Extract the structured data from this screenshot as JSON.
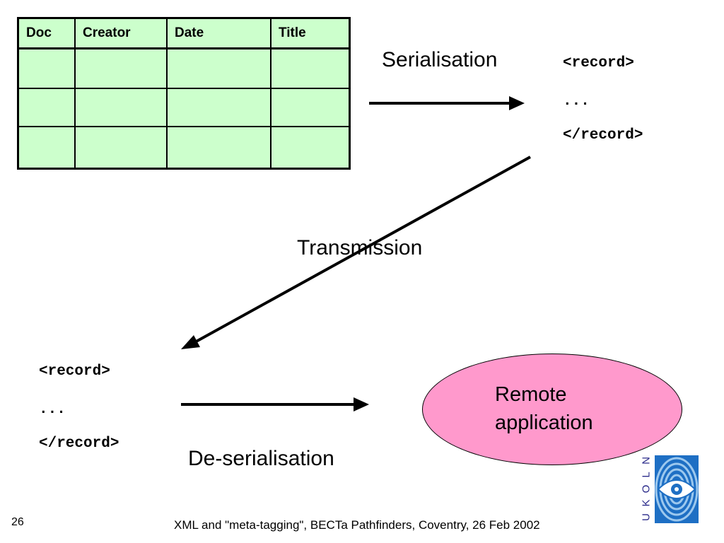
{
  "table": {
    "headers": [
      "Doc",
      "Creator",
      "Date",
      "Title"
    ],
    "rows": [
      [
        "",
        "",
        "",
        ""
      ],
      [
        "",
        "",
        "",
        ""
      ],
      [
        "",
        "",
        "",
        ""
      ]
    ]
  },
  "labels": {
    "serialisation": "Serialisation",
    "transmission": "Transmission",
    "deserialisation": "De-serialisation"
  },
  "record_top": {
    "open": "<record>",
    "ellipsis": "...",
    "close": "</record>"
  },
  "record_bottom": {
    "open": "<record>",
    "ellipsis": "...",
    "close": "</record>"
  },
  "remote_application": {
    "line1": "Remote",
    "line2": "application"
  },
  "footer": "XML and \"meta-tagging\", BECTa Pathfinders, Coventry, 26 Feb 2002",
  "slide_number": "26",
  "logo": {
    "letters": [
      "U",
      "K",
      "O",
      "L",
      "N"
    ],
    "colors": {
      "rings": "#6fa9dc",
      "background": "#1e6fc4"
    }
  },
  "colors": {
    "table_fill": "#ccffcc",
    "ellipse_fill": "#ff99cc"
  }
}
